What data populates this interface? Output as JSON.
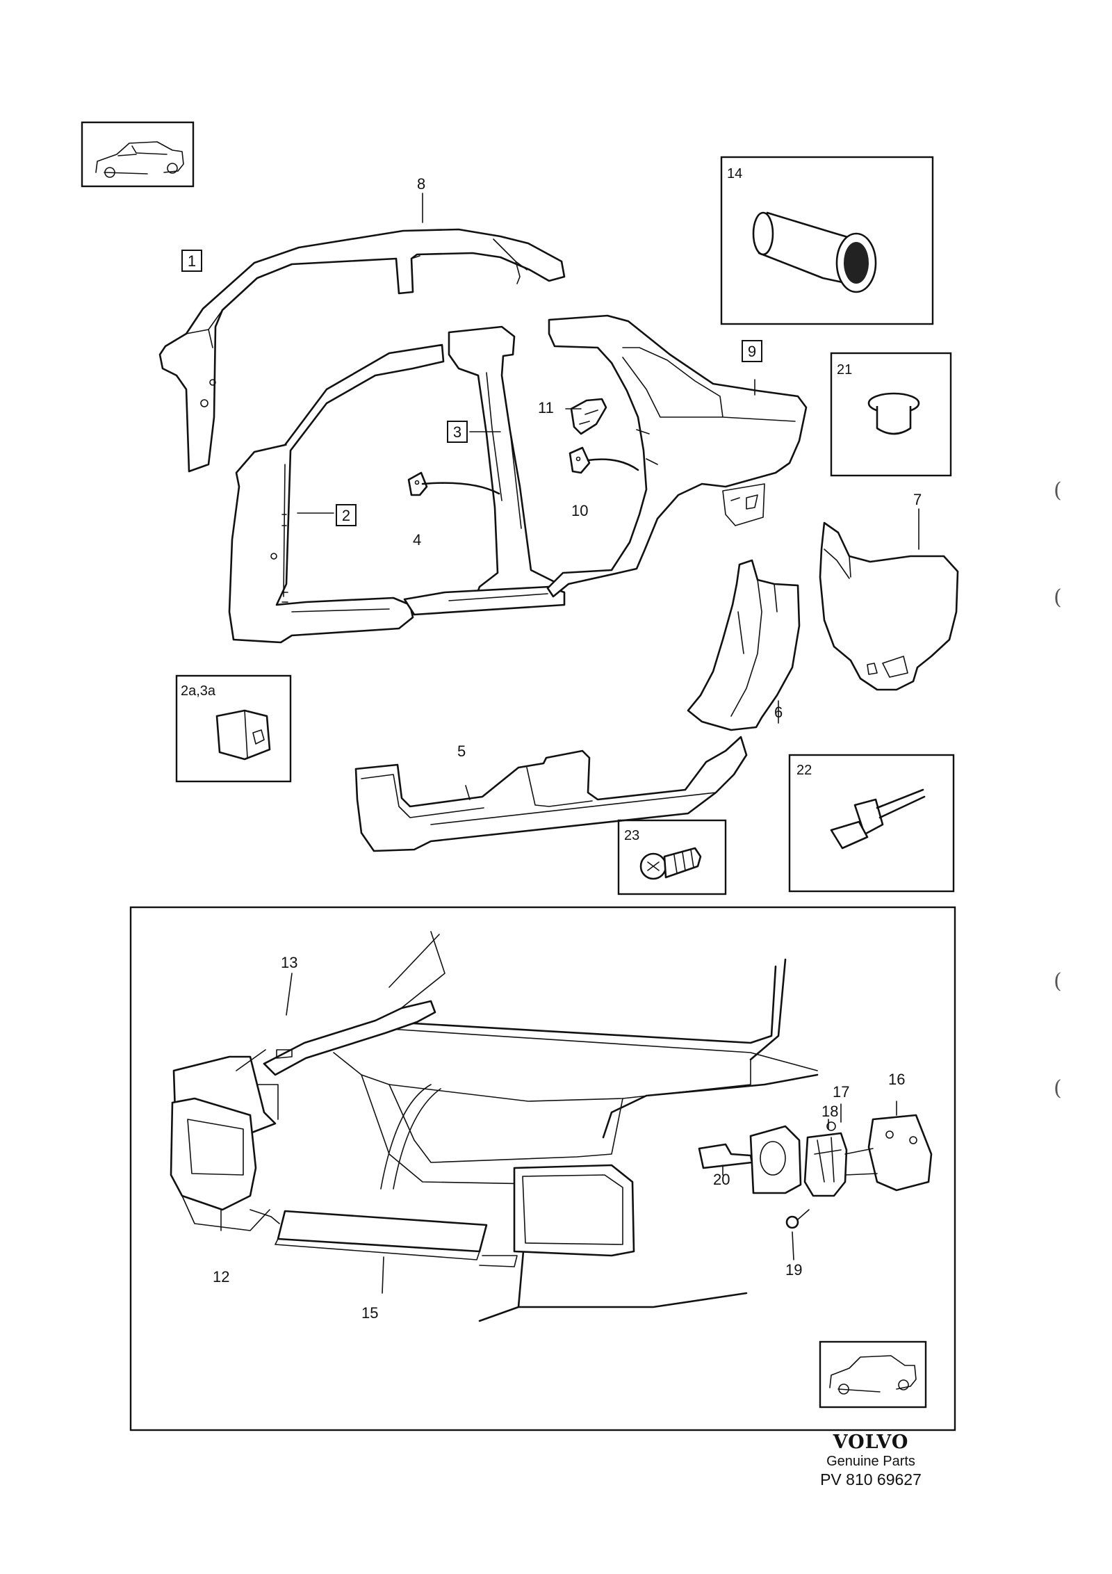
{
  "callouts": [
    {
      "id": "c1",
      "text": "1",
      "boxed": true
    },
    {
      "id": "c2",
      "text": "2",
      "boxed": true
    },
    {
      "id": "c3",
      "text": "3",
      "boxed": true
    },
    {
      "id": "c4",
      "text": "4",
      "boxed": false
    },
    {
      "id": "c5",
      "text": "5",
      "boxed": false
    },
    {
      "id": "c6",
      "text": "6",
      "boxed": false
    },
    {
      "id": "c7",
      "text": "7",
      "boxed": false
    },
    {
      "id": "c8",
      "text": "8",
      "boxed": false
    },
    {
      "id": "c9",
      "text": "9",
      "boxed": true
    },
    {
      "id": "c10",
      "text": "10",
      "boxed": false
    },
    {
      "id": "c11",
      "text": "11",
      "boxed": false
    },
    {
      "id": "c12",
      "text": "12",
      "boxed": false
    },
    {
      "id": "c13",
      "text": "13",
      "boxed": false
    },
    {
      "id": "c15",
      "text": "15",
      "boxed": false
    },
    {
      "id": "c16",
      "text": "16",
      "boxed": false
    },
    {
      "id": "c17",
      "text": "17",
      "boxed": false
    },
    {
      "id": "c18",
      "text": "18",
      "boxed": false
    },
    {
      "id": "c19",
      "text": "19",
      "boxed": false
    },
    {
      "id": "c20",
      "text": "20",
      "boxed": false
    }
  ],
  "inset_boxes": {
    "b14": "14",
    "b21": "21",
    "b22": "22",
    "b23": "23",
    "b2a3a": "2a,3a"
  },
  "logo": {
    "brand": "VOLVO",
    "subtitle": "Genuine Parts",
    "code": "PV 810 69627"
  },
  "edge_marks": [
    "(",
    "(",
    "(",
    "("
  ]
}
